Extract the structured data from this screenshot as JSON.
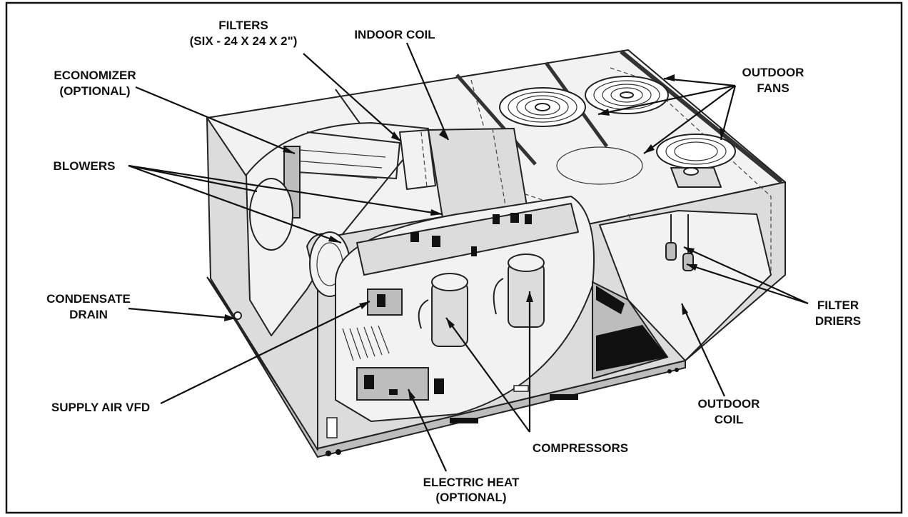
{
  "diagram": {
    "labels": {
      "filters_line1": "FILTERS",
      "filters_line2": "(SIX - 24 X 24 X 2\")",
      "indoor_coil": "INDOOR COIL",
      "outdoor_fans_line1": "OUTDOOR",
      "outdoor_fans_line2": "FANS",
      "economizer_line1": "ECONOMIZER",
      "economizer_line2": "(OPTIONAL)",
      "blowers": "BLOWERS",
      "condensate_line1": "CONDENSATE",
      "condensate_line2": "DRAIN",
      "filter_driers_line1": "FILTER",
      "filter_driers_line2": "DRIERS",
      "supply_air_vfd": "SUPPLY AIR VFD",
      "outdoor_coil_line1": "OUTDOOR",
      "outdoor_coil_line2": "COIL",
      "compressors": "COMPRESSORS",
      "electric_heat_line1": "ELECTRIC HEAT",
      "electric_heat_line2": "(OPTIONAL)"
    },
    "colors": {
      "unit_fill": "#dcdcdc",
      "panel_fill": "#f2f2f2",
      "line": "#222222",
      "text": "#111111"
    }
  }
}
